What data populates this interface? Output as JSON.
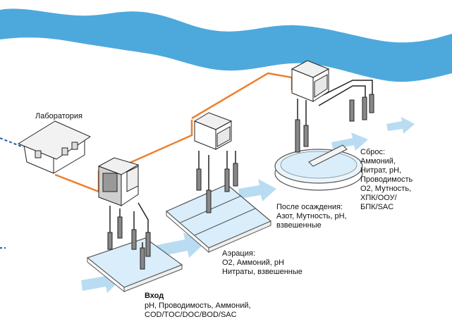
{
  "labels": {
    "lab": "Лаборатория",
    "inlet_title": "Вход",
    "inlet_params": "pH, Проводимость, Аммоний,\nCOD/TOC/DOC/BOD/SAC",
    "aeration": "Аэрация:\nO2, Аммоний, pH\nНитраты, взвешенные",
    "settling": "После осаждения:\nАзот, Мутность, pH,\nвзвешенные",
    "discharge": "Сброс:\nАммоний,\nНитрат, pH,\nПроводимость\nO2, Мутность,\nХПК/ООУ/\nБПК/SAC"
  },
  "colors": {
    "river": "#4da9dc",
    "flow_arrow": "#b9dcf2",
    "link": "#ee7f2d",
    "network": "#1b5ea8",
    "tank_water": "#d9eefa",
    "tank_edge": "#555555"
  }
}
